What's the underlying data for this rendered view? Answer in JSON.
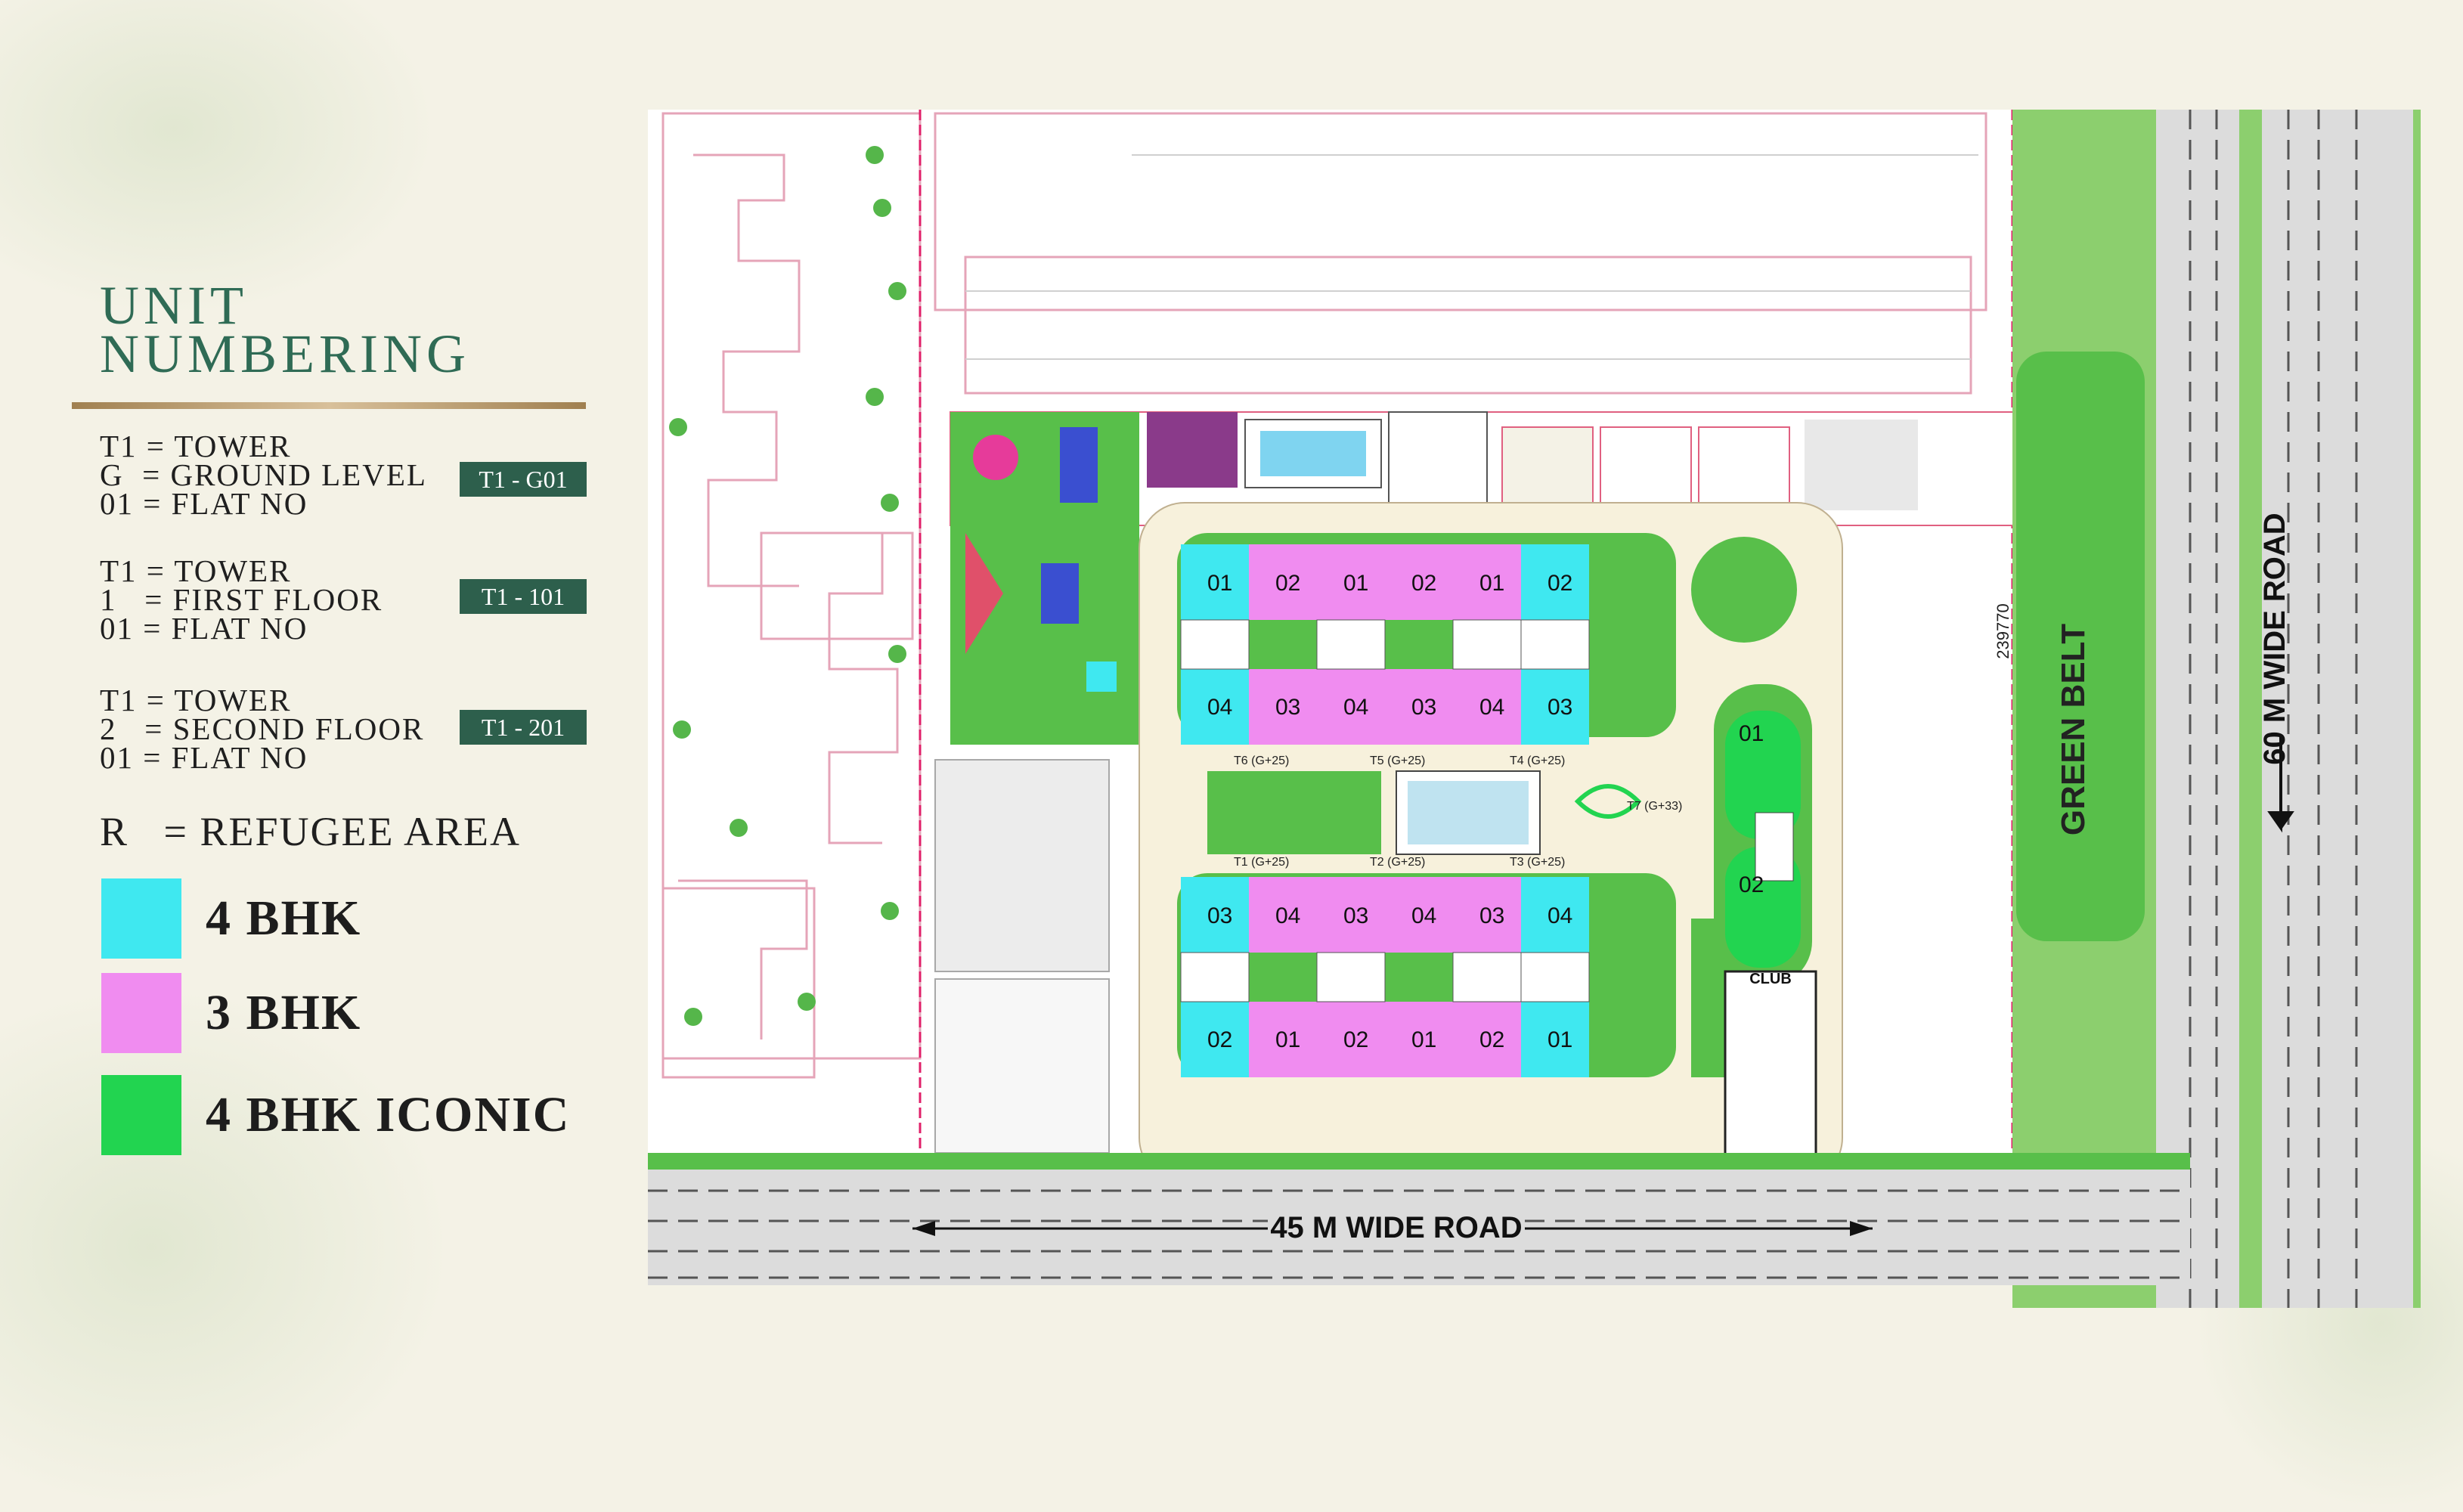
{
  "legend": {
    "title_line1": "UNIT",
    "title_line2": "NUMBERING",
    "groups": [
      {
        "lines": [
          "T1 = TOWER",
          "G  = GROUND LEVEL",
          "01 = FLAT NO"
        ],
        "tag": "T1 - G01"
      },
      {
        "lines": [
          "T1 = TOWER",
          "1   = FIRST FLOOR",
          "01 = FLAT NO"
        ],
        "tag": "T1 - 101"
      },
      {
        "lines": [
          "T1 = TOWER",
          "2   = SECOND FLOOR",
          "01 = FLAT NO"
        ],
        "tag": "T1 - 201"
      }
    ],
    "refugee": "R   = REFUGEE AREA",
    "swatches": [
      {
        "label": "4 BHK",
        "color": "#3fe8f0"
      },
      {
        "label": "3 BHK",
        "color": "#f08cf0"
      },
      {
        "label": "4 BHK ICONIC",
        "color": "#22d450"
      }
    ]
  },
  "plan": {
    "colors": {
      "bhk4": "#3fe8f0",
      "bhk3": "#f08cf0",
      "iconic": "#22d450",
      "lawn": "#5cc04a",
      "green_belt": "#8ccf6e",
      "road": "#dcdcdc"
    },
    "road_45": "45 M WIDE ROAD",
    "road_60": "60 M WIDE ROAD",
    "green_belt": "GREEN BELT",
    "belt_dim": "239770",
    "club": "CLUB",
    "north_block": {
      "top": [
        "01",
        "02",
        "01",
        "02",
        "01",
        "02"
      ],
      "bottom": [
        "04",
        "03",
        "04",
        "03",
        "04",
        "03"
      ]
    },
    "south_block": {
      "top": [
        "03",
        "04",
        "03",
        "04",
        "03",
        "04"
      ],
      "bottom": [
        "02",
        "01",
        "02",
        "01",
        "02",
        "01"
      ]
    },
    "iconic_units": [
      "01",
      "02"
    ],
    "tower_tags": {
      "t6": "T6 (G+25)",
      "t5": "T5 (G+25)",
      "t4": "T4 (G+25)",
      "t7": "T7 (G+33)",
      "t1": "T1 (G+25)",
      "t2": "T2 (G+25)",
      "t3": "T3 (G+25)"
    }
  }
}
